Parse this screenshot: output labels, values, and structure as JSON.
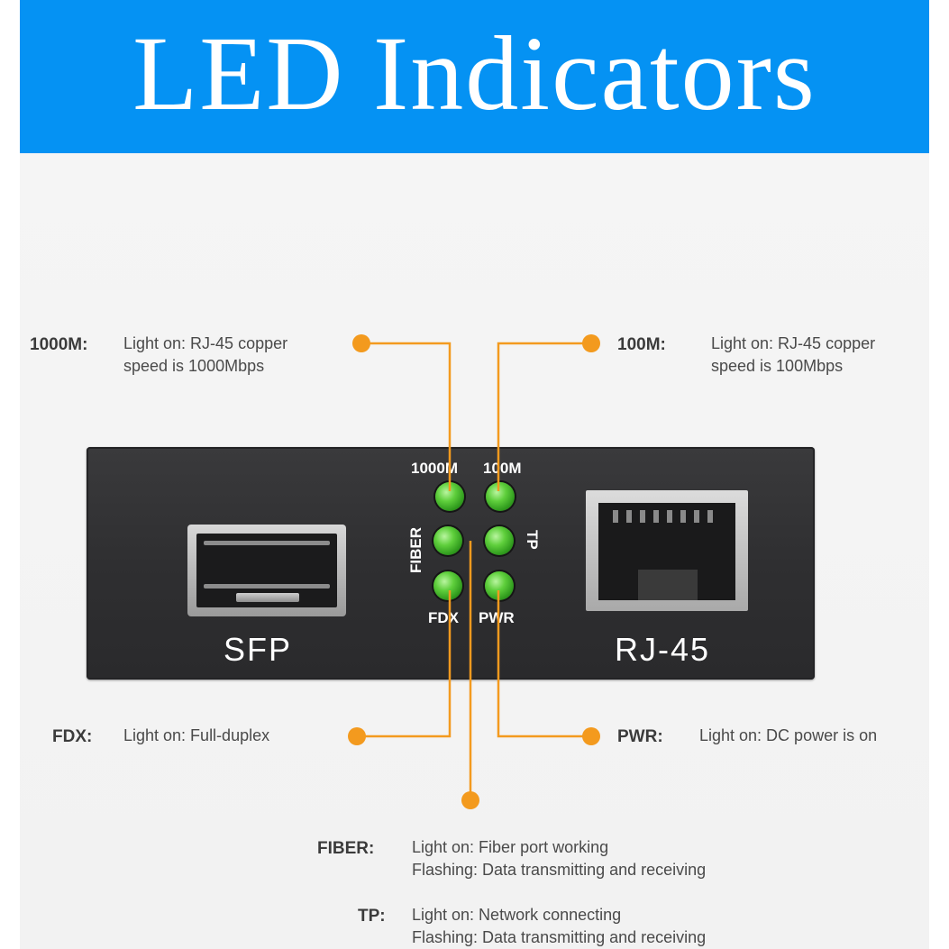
{
  "banner": {
    "title": "LED Indicators"
  },
  "device": {
    "port_left": "SFP",
    "port_right": "RJ-45",
    "led_labels": {
      "led1000": "1000M",
      "led100": "100M",
      "fiber": "FIBER",
      "tp": "TP",
      "fdx": "FDX",
      "pwr": "PWR"
    }
  },
  "callouts": {
    "m1000": {
      "label": "1000M:",
      "line1": "Light on: RJ-45 copper",
      "line2": "speed is 1000Mbps"
    },
    "m100": {
      "label": "100M:",
      "line1": "Light on: RJ-45 copper",
      "line2": "speed is 100Mbps"
    },
    "fdx": {
      "label": "FDX:",
      "line1": "Light on: Full-duplex"
    },
    "pwr": {
      "label": "PWR:",
      "line1": "Light on: DC power is on"
    },
    "fiber": {
      "label": "FIBER:",
      "line1": "Light on: Fiber port working",
      "line2": "Flashing: Data transmitting and receiving"
    },
    "tp": {
      "label": "TP:",
      "line1": "Light on: Network connecting",
      "line2": "Flashing: Data transmitting and receiving"
    }
  },
  "colors": {
    "banner": "#0592f3",
    "leader": "#f39a1e",
    "led": "#5fcf3c",
    "device": "#2f2f31"
  }
}
